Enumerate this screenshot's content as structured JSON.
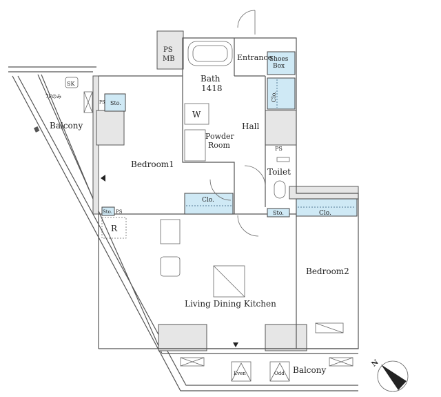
{
  "labels": {
    "balcony_left": "Balcony",
    "sk": "SK",
    "seventh_floor_only": "7Fのみ",
    "sto_bed1": "Sto.",
    "ps_small": "PS",
    "ps_mb_1": "PS",
    "ps_mb_2": "MB",
    "bath_1": "Bath",
    "bath_2": "1418",
    "entrance": "Entrance",
    "shoes_box_1": "Shoes",
    "shoes_box_2": "Box",
    "clo_hall": "Clo.",
    "washer": "W",
    "powder_room_1": "Powder",
    "powder_room_2": "Room",
    "hall": "Hall",
    "bedroom1": "Bedroom1",
    "ps_toilet": "PS",
    "toilet": "Toilet",
    "clo_bed1": "Clo.",
    "sto_toilet": "Sto.",
    "clo_bed2": "Clo.",
    "sto_ldk": "Sto.",
    "ps_ldk": "PS",
    "refrigerator": "R",
    "bedroom2": "Bedroom2",
    "ldk": "Living Dining Kitchen",
    "even": "Even",
    "odd": "Odd",
    "balcony_bottom": "Balcony",
    "north": "N"
  }
}
